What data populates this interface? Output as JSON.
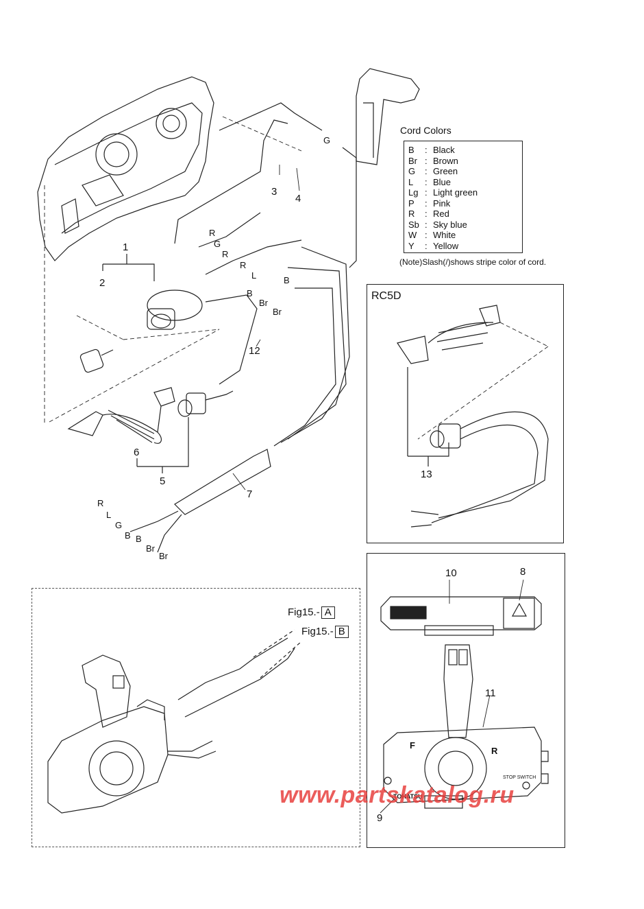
{
  "legend": {
    "title": "Cord Colors",
    "items": [
      {
        "code": "B",
        "name": "Black"
      },
      {
        "code": "Br",
        "name": "Brown"
      },
      {
        "code": "G",
        "name": "Green"
      },
      {
        "code": "L",
        "name": "Blue"
      },
      {
        "code": "Lg",
        "name": "Light green"
      },
      {
        "code": "P",
        "name": "Pink"
      },
      {
        "code": "R",
        "name": "Red"
      },
      {
        "code": "Sb",
        "name": "Sky blue"
      },
      {
        "code": "W",
        "name": "White"
      },
      {
        "code": "Y",
        "name": "Yellow"
      }
    ],
    "separator": ":",
    "note": "(Note)Slash(/)shows stripe color of cord."
  },
  "callouts": {
    "n1": "1",
    "n2": "2",
    "n3": "3",
    "n4": "4",
    "n5": "5",
    "n6": "6",
    "n7": "7",
    "n8": "8",
    "n9": "9",
    "n10": "10",
    "n11": "11",
    "n12": "12",
    "n13": "13"
  },
  "wire_labels": {
    "g_top": "G",
    "r1": "R",
    "g1": "G",
    "r2": "R",
    "r3": "R",
    "l1": "L",
    "b1": "B",
    "b2": "B",
    "br1": "Br",
    "br2": "Br",
    "end_r": "R",
    "end_l": "L",
    "end_g": "G",
    "end_b1": "B",
    "end_b2": "B",
    "end_br1": "Br",
    "end_br2": "Br"
  },
  "rc5d": {
    "label": "RC5D"
  },
  "figrefs": [
    {
      "text": "Fig15.-",
      "box": "A"
    },
    {
      "text": "Fig15.-",
      "box": "B"
    }
  ],
  "control_text": {
    "brand": "TOHATSU",
    "forward": "F",
    "reverse": "R",
    "stop_switch": "STOP SWITCH"
  },
  "watermark": "www.partskatalog.ru",
  "colors": {
    "watermark": "#e8413f",
    "line": "#222222"
  }
}
